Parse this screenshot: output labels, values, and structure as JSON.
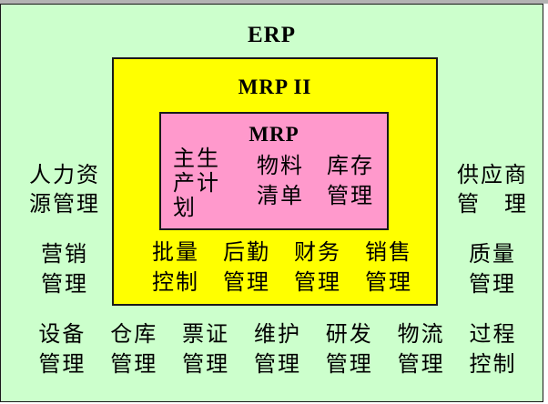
{
  "colors": {
    "outer_bg": "#ccffcc",
    "mrp2_bg": "#ffff00",
    "mrp_bg": "#ff99cc",
    "border": "#1a1a1a",
    "top_strip": "#b3b3b3",
    "text": "#000000"
  },
  "erp": {
    "title": "ERP"
  },
  "mrp2": {
    "title": "MRP II"
  },
  "mrp": {
    "title": "MRP",
    "master_plan": [
      "主生",
      "产计",
      "划"
    ],
    "bom": [
      "物料",
      "清单"
    ],
    "inventory": [
      "库存",
      "管理"
    ]
  },
  "outer_left": {
    "hr": [
      "人力资",
      "源管理"
    ],
    "marketing": [
      "营销",
      "管理"
    ]
  },
  "outer_right": {
    "supplier": [
      "供应商",
      "管　理"
    ],
    "quality": [
      "质量",
      "管理"
    ]
  },
  "mrp2_row": {
    "batch": [
      "批量",
      "控制"
    ],
    "rear_logistics": [
      "后勤",
      "管理"
    ],
    "finance": [
      "财务",
      "管理"
    ],
    "sales": [
      "销售",
      "管理"
    ]
  },
  "bottom_row": {
    "equipment": [
      "设备",
      "管理"
    ],
    "warehouse": [
      "仓库",
      "管理"
    ],
    "ticket": [
      "票证",
      "管理"
    ],
    "maintenance": [
      "维护",
      "管理"
    ],
    "rnd": [
      "研发",
      "管理"
    ],
    "logistics": [
      "物流",
      "管理"
    ],
    "process": [
      "过程",
      "控制"
    ]
  }
}
